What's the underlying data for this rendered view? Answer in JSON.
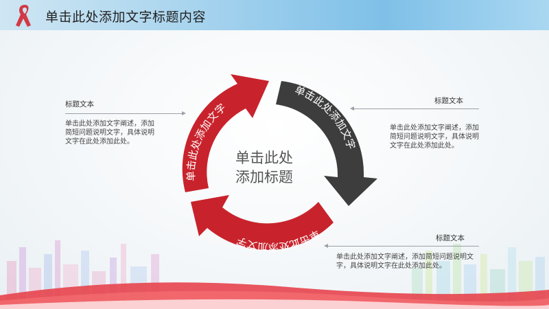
{
  "header": {
    "title": "单击此处添加文字标题内容"
  },
  "center": {
    "line1": "单击此处",
    "line2": "添加标题"
  },
  "cycle": {
    "segment_top_left": "单击此处添加文字",
    "segment_right": "单击此处添加文字",
    "segment_bottom": "单击此处添加文字"
  },
  "text_blocks": {
    "left": {
      "title": "标题文本",
      "body": "单击此处添加文字阐述，添加简短问题说明文字，具体说明文字在此处添加此处。"
    },
    "right": {
      "title": "标题文本",
      "body": "单击此处添加文字阐述，添加简短问题说明文字，具体说明文字在此处添加此处。"
    },
    "bottom": {
      "title": "标题文本",
      "body": "单击此处添加文字阐述，添加简短问题说明文字，具体说明文字在此处添加此处。"
    }
  },
  "colors": {
    "red": "#c8232c",
    "dark": "#3d3d3d",
    "header_blue": "#8cc8ec"
  }
}
